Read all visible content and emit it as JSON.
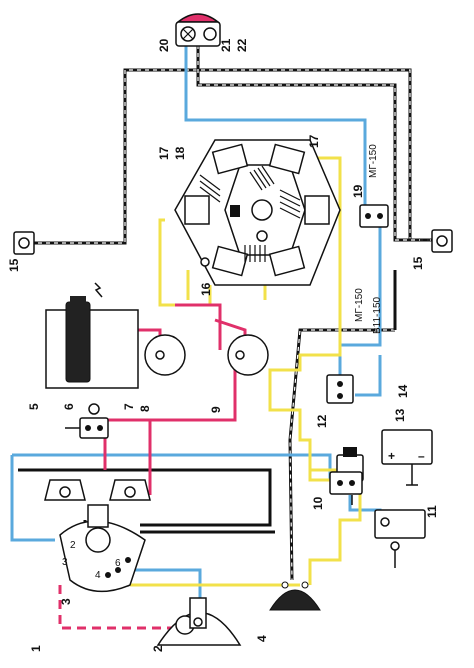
{
  "labels": {
    "l1": "1",
    "l2": "2",
    "l3": "3",
    "l4": "4",
    "l5": "5",
    "l6": "6",
    "l7": "7",
    "l8": "8",
    "l9": "9",
    "l10": "10",
    "l11": "11",
    "l12": "12",
    "l13": "13",
    "l14": "14",
    "l15a": "15",
    "l15b": "15",
    "l16": "16",
    "l17a": "17",
    "l17b": "17",
    "l18": "18",
    "l19": "19",
    "l20": "20",
    "l21": "21",
    "l22": "22"
  },
  "wire_labels": {
    "mg150_top": "МГ-150",
    "mg150_mid": "МГ-150",
    "b11_150": "В11-150"
  },
  "switch_contacts": {
    "c2": "2",
    "c3": "3",
    "c4": "4",
    "c6": "6"
  },
  "battery_terminals": {
    "plus": "+",
    "minus": "–"
  },
  "colors": {
    "wire_black": "#111111",
    "wire_blue": "#5aa9dd",
    "wire_yellow": "#f2e14a",
    "wire_red": "#e0306a",
    "coil_body": "#222222",
    "tail_lamp": "#e0306a"
  }
}
